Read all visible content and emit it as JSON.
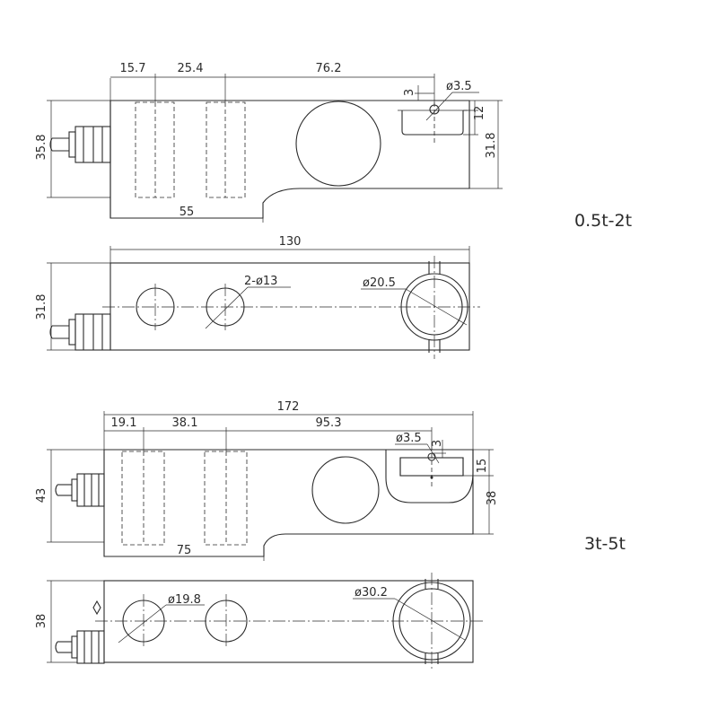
{
  "models": [
    {
      "range_label": "0.5t-2t",
      "side_view": {
        "seg1": "15.7",
        "seg2": "25.4",
        "seg3": "76.2",
        "hole_dia": "ø3.5",
        "hole_depth": "3",
        "pocket_depth": "12",
        "right_height": "31.8",
        "left_height": "35.8",
        "bottom_length": "55"
      },
      "top_view": {
        "overall_length": "130",
        "height": "31.8",
        "mount_holes": "2-ø13",
        "load_hole": "ø20.5"
      }
    },
    {
      "range_label": "3t-5t",
      "side_view": {
        "overall_length": "172",
        "seg1": "19.1",
        "seg2": "38.1",
        "seg3": "95.3",
        "hole_dia": "ø3.5",
        "hole_depth": "3",
        "pocket_depth": "15",
        "right_height": "38",
        "left_height": "43",
        "bottom_length": "75"
      },
      "top_view": {
        "height": "38",
        "mount_hole": "ø19.8",
        "load_hole": "ø30.2"
      }
    }
  ]
}
